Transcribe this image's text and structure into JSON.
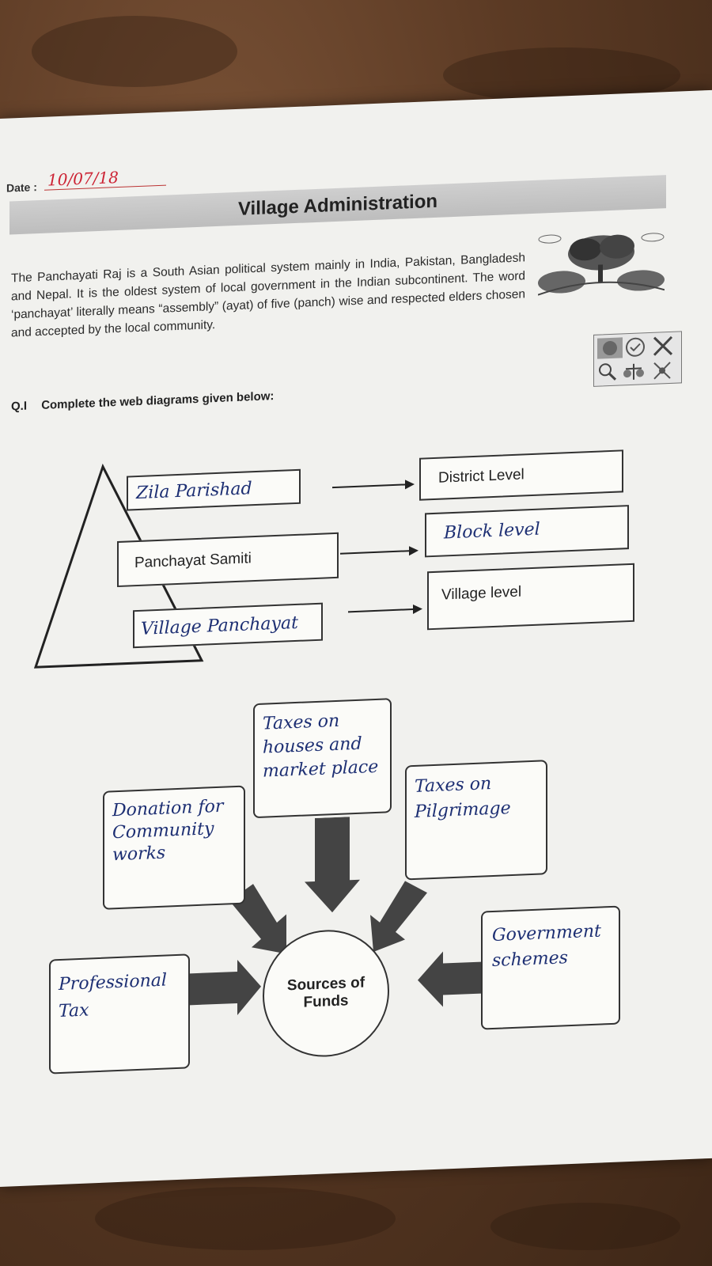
{
  "header": {
    "date_label": "Date :",
    "date_value": "10/07/18",
    "title": "Village Administration"
  },
  "intro": {
    "text": "The Panchayati Raj is a South Asian political system mainly in India, Pakistan, Bangladesh and Nepal. It is the oldest system of local government in the Indian subcontinent. The word ‘panchayat’ literally means “assembly” (ayat) of five (panch) wise and respected elders chosen and accepted by the local community."
  },
  "question": {
    "number": "Q.I",
    "text": "Complete the web diagrams given below:"
  },
  "pyramid": {
    "tiers": [
      {
        "name": "Zila Parishad",
        "level": "District Level"
      },
      {
        "name": "Panchayat Samiti",
        "level": "Block level"
      },
      {
        "name": "Village Panchayat",
        "level": "Village level"
      }
    ]
  },
  "web": {
    "center": "Sources of Funds",
    "sources": [
      "Taxes on houses and market place",
      "Donation for Community works",
      "Taxes on Pilgrimage",
      "Professional Tax",
      "Government schemes"
    ]
  },
  "icons": [
    "landscape-clipart",
    "brain-icon",
    "check-icon",
    "cross-icon",
    "magnifier-icon",
    "scales-icon",
    "tools-icon"
  ]
}
